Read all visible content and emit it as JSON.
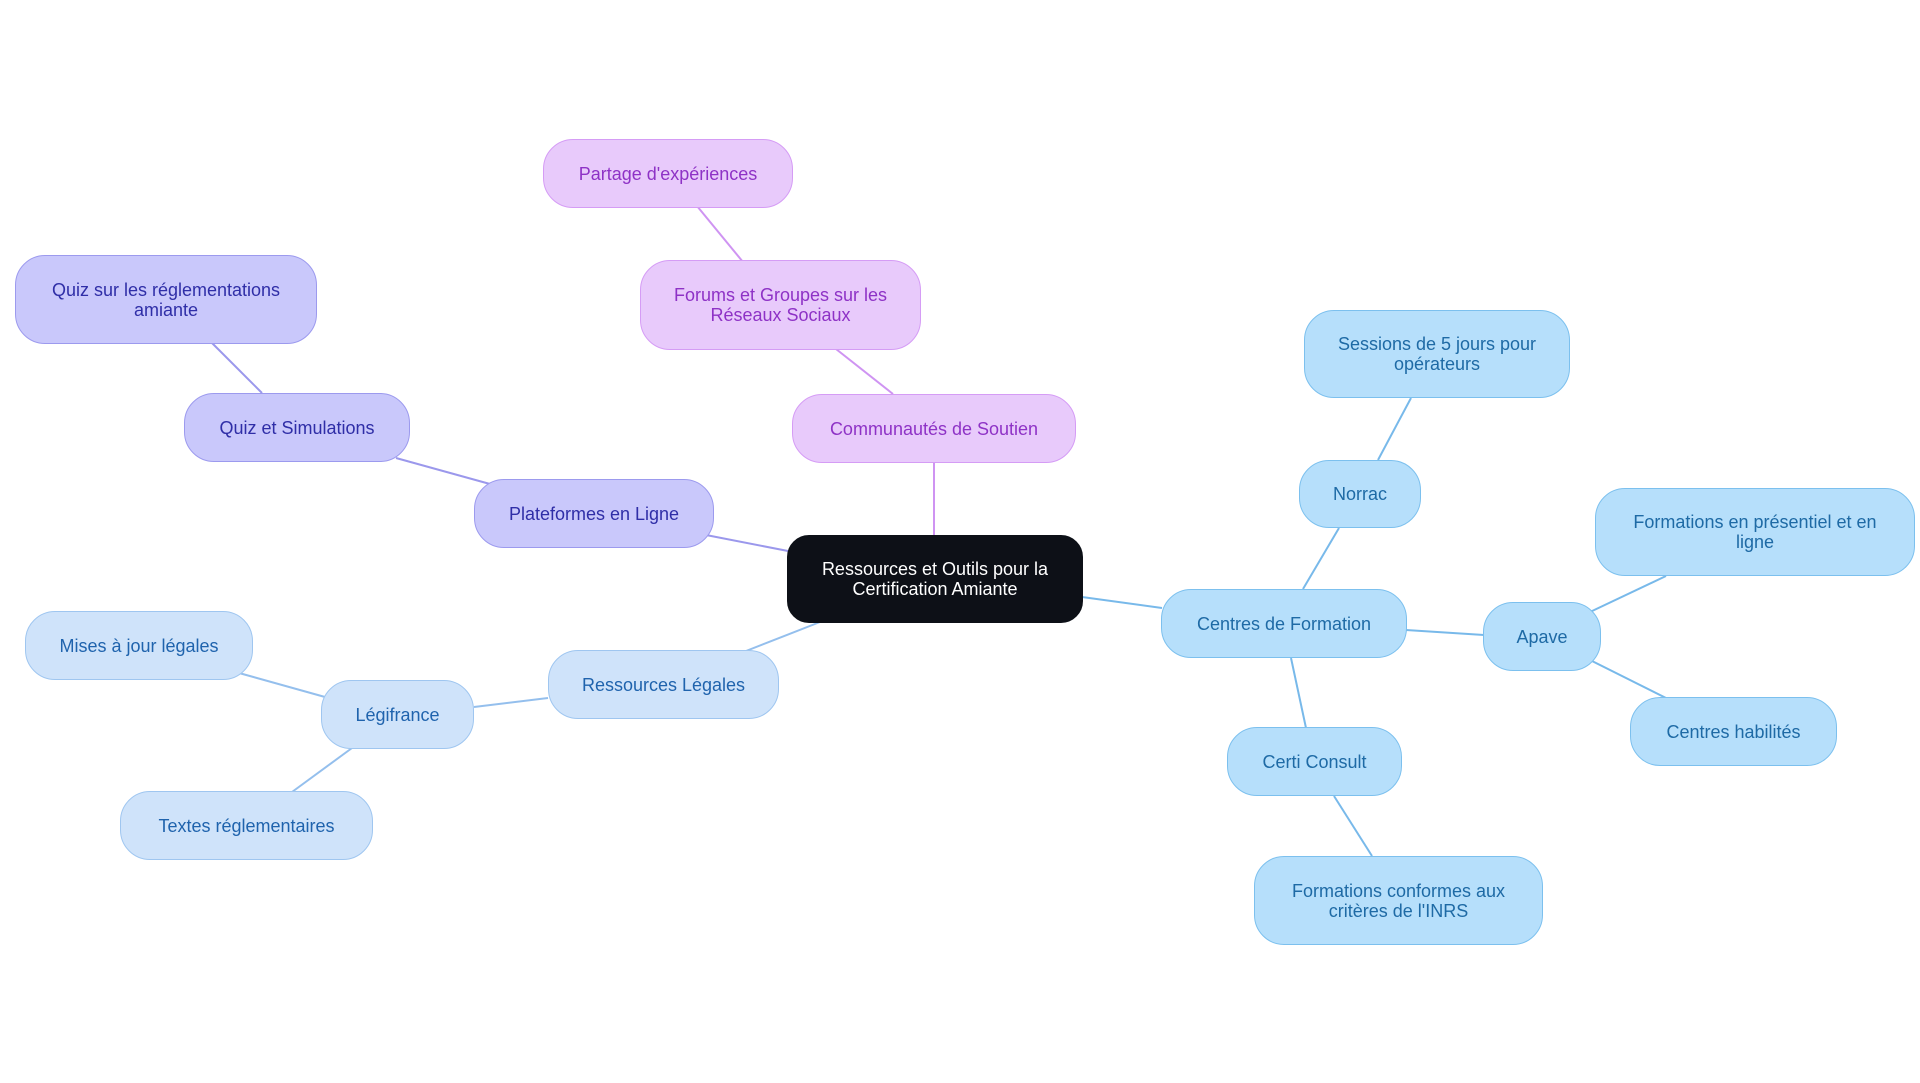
{
  "colors": {
    "root_fill": "#0d1017",
    "blue_fill": "#b6dffb",
    "blue_edge": "#78b9ea",
    "lightblue_fill": "#cfe3fa",
    "lightblue_edge": "#94bfed",
    "indigo_fill": "#c9c8fb",
    "indigo_edge": "#9b98ec",
    "violet_fill": "#e8cafb",
    "violet_edge": "#cf94f2"
  },
  "mindmap": {
    "root": "Ressources et Outils pour la Certification Amiante",
    "branches": {
      "centres_formation": "Centres de Formation",
      "norrac": "Norrac",
      "sessions_5_jours": "Sessions de 5 jours pour opérateurs",
      "apave": "Apave",
      "formations_presentiel": "Formations en présentiel et en ligne",
      "centres_habilites": "Centres habilités",
      "certi_consult": "Certi Consult",
      "formations_inrs": "Formations conformes aux critères de l'INRS",
      "ressources_legales": "Ressources Légales",
      "legifrance": "Légifrance",
      "mises_a_jour": "Mises à jour légales",
      "textes_reglementaires": "Textes réglementaires",
      "plateformes_ligne": "Plateformes en Ligne",
      "quiz_simulations": "Quiz et Simulations",
      "quiz_reglementations": "Quiz sur les réglementations amiante",
      "communautes_soutien": "Communautés de Soutien",
      "forums_groupes": "Forums et Groupes sur les Réseaux Sociaux",
      "partage_experiences": "Partage d'expériences"
    }
  }
}
